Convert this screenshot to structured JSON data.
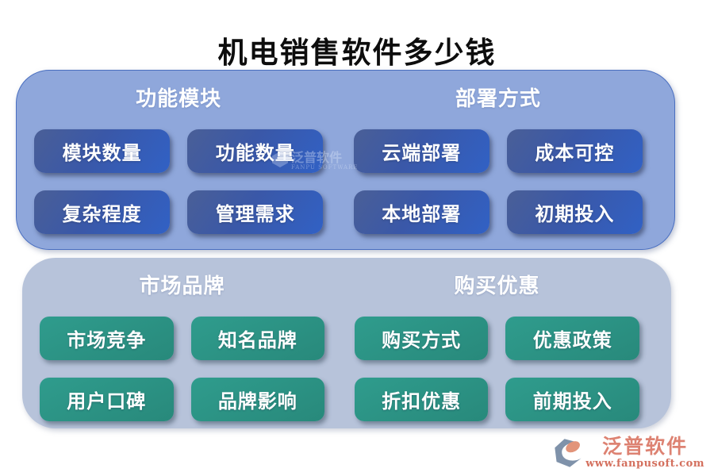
{
  "page_title": "机电销售软件多少钱",
  "watermark": {
    "text": "泛普软件",
    "subtext": "FANPU SOFTWARE"
  },
  "sections": [
    {
      "name": "pricing-factors-top",
      "groups": [
        {
          "header": "功能模块",
          "buttons": [
            "模块数量",
            "功能数量",
            "复杂程度",
            "管理需求"
          ]
        },
        {
          "header": "部署方式",
          "buttons": [
            "云端部署",
            "成本可控",
            "本地部署",
            "初期投入"
          ]
        }
      ]
    },
    {
      "name": "pricing-factors-bottom",
      "groups": [
        {
          "header": "市场品牌",
          "buttons": [
            "市场竞争",
            "知名品牌",
            "用户口碑",
            "品牌影响"
          ]
        },
        {
          "header": "购买优惠",
          "buttons": [
            "购买方式",
            "优惠政策",
            "折扣优惠",
            "前期投入"
          ]
        }
      ]
    }
  ],
  "logo": {
    "name": "泛普软件",
    "url": "www.fanpusoft.com"
  },
  "colors": {
    "top_panel_bg": "#8FA7DB",
    "top_panel_border": "#4A6FC0",
    "blue_button_gradient_start": "#4A5F97",
    "blue_button_gradient_end": "#3161C5",
    "bottom_panel_bg": "#B7C3DA",
    "green_button": "#2A9183",
    "logo_accent": "#DD8272"
  }
}
